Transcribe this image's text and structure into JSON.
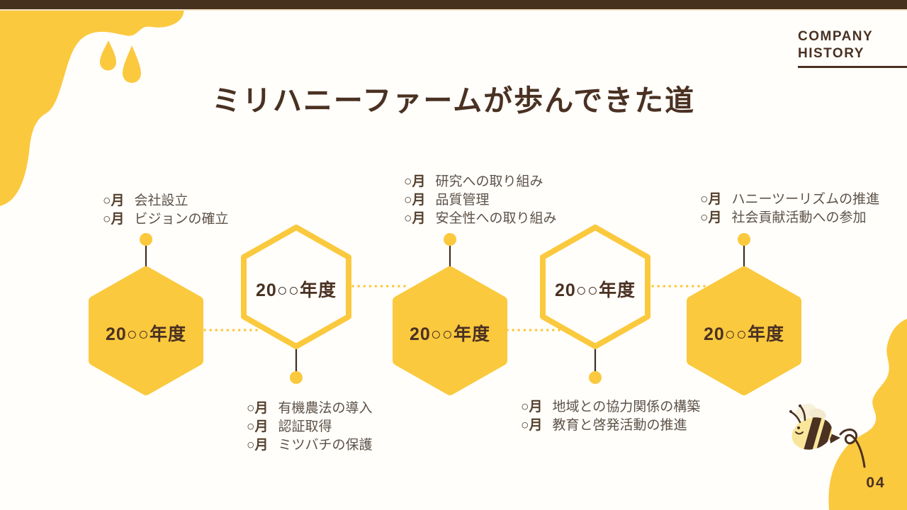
{
  "page": {
    "background_color": "#FFFEFB",
    "bar_color": "#46301E",
    "accent_yellow": "#FBC93E",
    "text_brown": "#4A3122",
    "event_text_color": "#5D5248",
    "page_number": "04"
  },
  "header": {
    "eyebrow_line1": "COMPANY",
    "eyebrow_line2": "HISTORY",
    "title": "ミリハニーファームが歩んできた道"
  },
  "timeline": {
    "periods": [
      {
        "year": "20○○年度",
        "style": "filled",
        "events_position": "above",
        "events": [
          {
            "month": "○月",
            "label": "会社設立"
          },
          {
            "month": "○月",
            "label": "ビジョンの確立"
          }
        ]
      },
      {
        "year": "20○○年度",
        "style": "outline",
        "events_position": "below",
        "events": [
          {
            "month": "○月",
            "label": "有機農法の導入"
          },
          {
            "month": "○月",
            "label": "認証取得"
          },
          {
            "month": "○月",
            "label": "ミツバチの保護"
          }
        ]
      },
      {
        "year": "20○○年度",
        "style": "filled",
        "events_position": "above",
        "events": [
          {
            "month": "○月",
            "label": "研究への取り組み"
          },
          {
            "month": "○月",
            "label": "品質管理"
          },
          {
            "month": "○月",
            "label": "安全性への取り組み"
          }
        ]
      },
      {
        "year": "20○○年度",
        "style": "outline",
        "events_position": "below",
        "events": [
          {
            "month": "○月",
            "label": "地域との協力関係の構築"
          },
          {
            "month": "○月",
            "label": "教育と啓発活動の推進"
          }
        ]
      },
      {
        "year": "20○○年度",
        "style": "filled",
        "events_position": "above",
        "events": [
          {
            "month": "○月",
            "label": "ハニーツーリズムの推進"
          },
          {
            "month": "○月",
            "label": "社会貢献活動への参加"
          }
        ]
      }
    ]
  },
  "decorations": {
    "top_left_icon": "honey-drip-blob-icon",
    "bottom_right_icon": "honey-blob-icon",
    "mascot_icon": "bee-icon"
  }
}
